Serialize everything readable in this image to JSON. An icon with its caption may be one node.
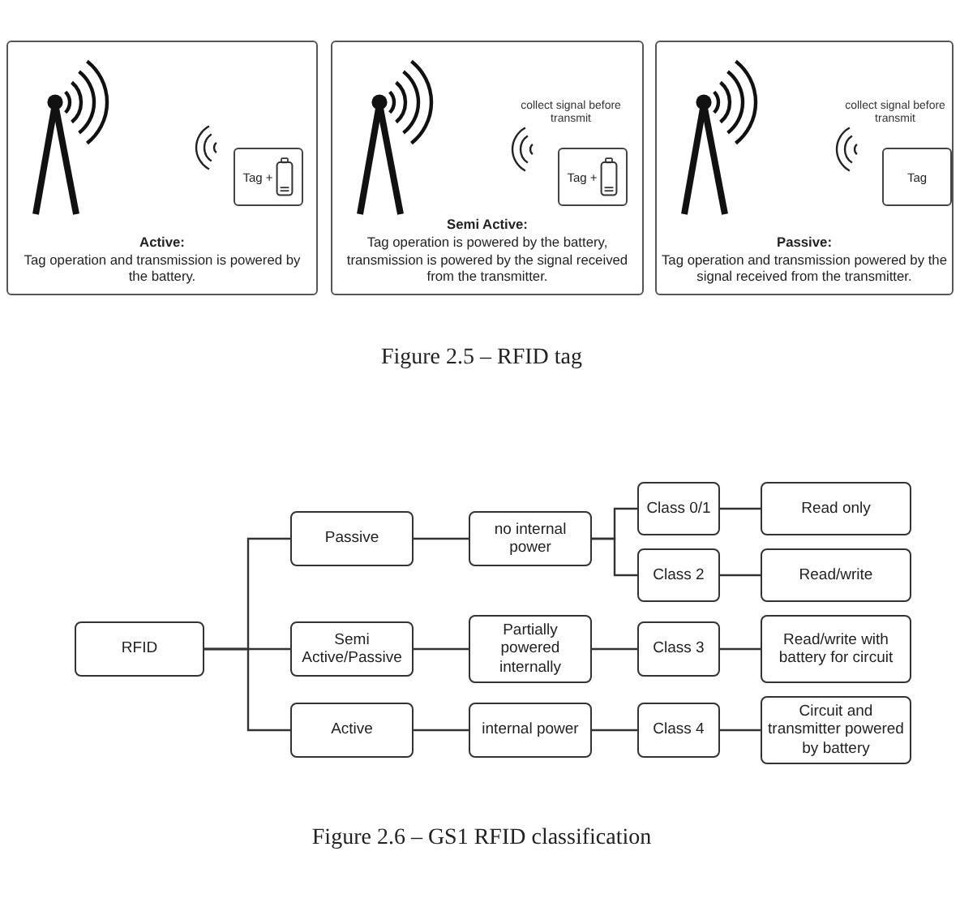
{
  "diagram": {
    "nodes": [
      {
        "text": [
          "Active:",
          "Tag operation and transmission is powered by the battery."
        ]
      },
      {
        "text": [
          "Tag +"
        ],
        "in": 0
      },
      {
        "text": [
          "Semi Active:",
          "Tag operation is powered by the battery, transmission is powered by the signal received from the transmitter."
        ]
      },
      {
        "text": [
          "Tag +"
        ],
        "in": 2
      },
      {
        "text": [
          "Passive:",
          "Tag operation and transmission powered by the signal received from the transmitter."
        ]
      },
      {
        "text": [
          "Tag"
        ],
        "in": 4
      },
      {
        "text": [
          "RFID"
        ]
      },
      {
        "text": [
          "Passive"
        ]
      },
      {
        "text": [
          "Semi Active/Passive"
        ]
      },
      {
        "text": [
          "Active"
        ]
      },
      {
        "text": [
          "no internal power"
        ]
      },
      {
        "text": [
          "Partially powered internally"
        ]
      },
      {
        "text": [
          "internal power"
        ]
      },
      {
        "text": [
          "Class 0/1"
        ]
      },
      {
        "text": [
          "Class 2"
        ]
      },
      {
        "text": [
          "Class 3"
        ]
      },
      {
        "text": [
          "Class 4"
        ]
      },
      {
        "text": [
          "Read only"
        ]
      },
      {
        "text": [
          "Read/write"
        ]
      },
      {
        "text": [
          "Read/write with battery for circuit"
        ]
      },
      {
        "text": [
          "Circuit and transmitter powered by battery"
        ]
      }
    ],
    "edges": [
      {
        "from": 6,
        "to": 7,
        "arrow": "none"
      },
      {
        "from": 6,
        "to": 8,
        "arrow": "none"
      },
      {
        "from": 6,
        "to": 9,
        "arrow": "none"
      },
      {
        "from": 7,
        "to": 10,
        "arrow": "none"
      },
      {
        "from": 8,
        "to": 11,
        "arrow": "none"
      },
      {
        "from": 9,
        "to": 12,
        "arrow": "none"
      },
      {
        "from": 10,
        "to": 13,
        "arrow": "none"
      },
      {
        "from": 10,
        "to": 14,
        "arrow": "none"
      },
      {
        "from": 11,
        "to": 15,
        "arrow": "none"
      },
      {
        "from": 12,
        "to": 16,
        "arrow": "none"
      },
      {
        "from": 13,
        "to": 17,
        "arrow": "none"
      },
      {
        "from": 14,
        "to": 18,
        "arrow": "none"
      },
      {
        "from": 15,
        "to": 19,
        "arrow": "none"
      },
      {
        "from": 16,
        "to": 20,
        "arrow": "none"
      }
    ],
    "labels": [
      "collect signal before transmit",
      "collect signal before transmit",
      "Figure 2.5 – RFID tag",
      "Figure 2.6 – GS1 RFID classification"
    ]
  }
}
